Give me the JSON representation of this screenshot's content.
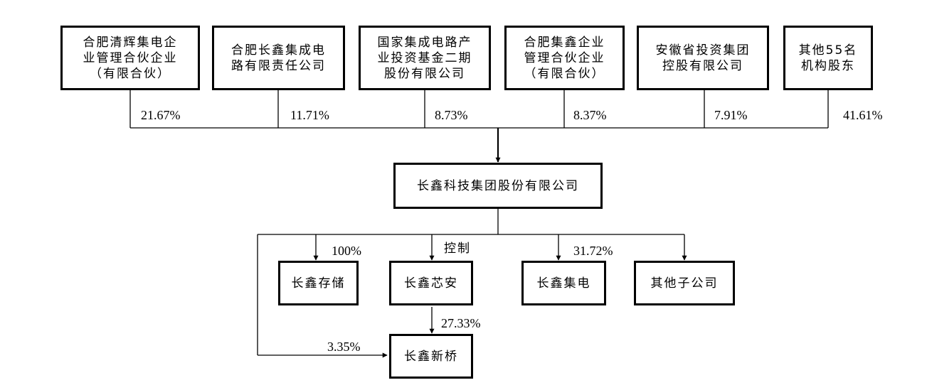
{
  "shareholders": [
    {
      "name": "合肥清辉集电企\n业管理合伙企业\n（有限合伙）",
      "pct": "21.67%"
    },
    {
      "name": "合肥长鑫集成电\n路有限责任公司",
      "pct": "11.71%"
    },
    {
      "name": "国家集成电路产\n业投资基金二期\n股份有限公司",
      "pct": "8.73%"
    },
    {
      "name": "合肥集鑫企业\n管理合伙企业\n（有限合伙）",
      "pct": "8.37%"
    },
    {
      "name": "安徽省投资集团\n控股有限公司",
      "pct": "7.91%"
    },
    {
      "name": "其他55名\n机构股东",
      "pct": "41.61%"
    }
  ],
  "center": {
    "name": "长鑫科技集团股份有限公司"
  },
  "subsidiaries": [
    {
      "name": "长鑫存储",
      "rel": "100%"
    },
    {
      "name": "长鑫芯安",
      "rel": "控制"
    },
    {
      "name": "长鑫集电",
      "rel": "31.72%"
    },
    {
      "name": "其他子公司",
      "rel": ""
    }
  ],
  "xinqiao": {
    "name": "长鑫新桥",
    "from_xinan": "27.33%",
    "from_parent": "3.35%"
  }
}
